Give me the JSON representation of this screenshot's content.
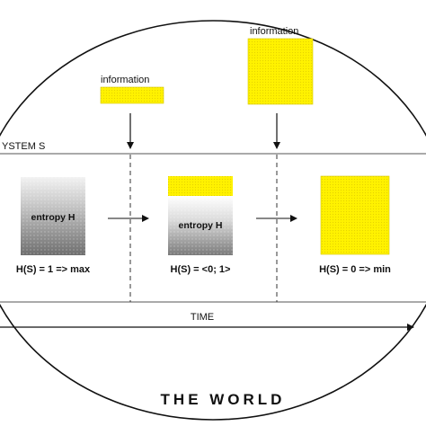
{
  "diagram": {
    "world_label": "THE WORLD",
    "system_label": "YSTEM S",
    "time_label": "TIME",
    "info_small_label": "information",
    "info_large_label": "information",
    "state1": {
      "entropy_label": "entropy H",
      "formula": "H(S) = 1 => max"
    },
    "state2": {
      "entropy_label": "entropy H",
      "formula": "H(S) = <0; 1>"
    },
    "state3": {
      "formula": "H(S) = 0 => min"
    }
  },
  "colors": {
    "information": "#ffee00",
    "information_border": "#c9b800",
    "outline": "#111111"
  }
}
